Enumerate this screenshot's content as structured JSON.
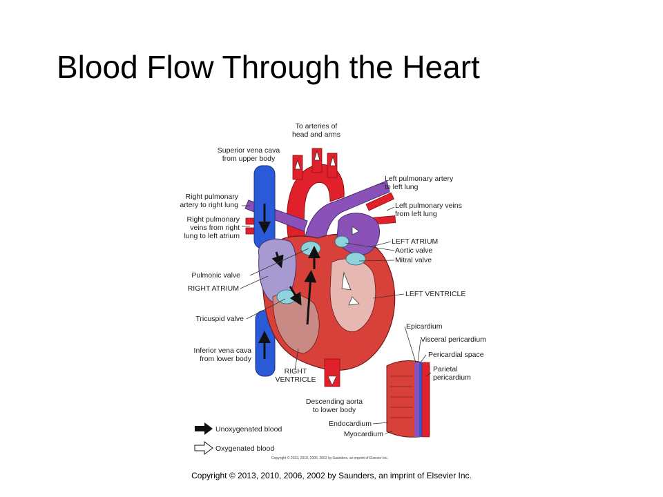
{
  "slide": {
    "title": "Blood Flow Through the Heart",
    "copyright": "Copyright © 2013, 2010, 2006, 2002 by Saunders, an imprint of Elsevier Inc."
  },
  "figure": {
    "copyright": "Copyright © 2013, 2010, 2006, 2002 by Saunders, an imprint of Elsevier Inc.",
    "colors": {
      "oxygenated": "#e0202a",
      "deoxygenated": "#2a5ad8",
      "pulmonary": "#8a52b8",
      "valve": "#8fd3dc",
      "myocardium": "#d8403a"
    },
    "labels": {
      "arteries_head_1": "To arteries of",
      "arteries_head_2": "head and arms",
      "svc_1": "Superior vena cava",
      "svc_2": "from upper body",
      "rpa_1": "Right pulmonary",
      "rpa_2": "artery to right lung",
      "rpv_1": "Right pulmonary",
      "rpv_2": "veins from right",
      "rpv_3": "lung to left atrium",
      "pulmonic_valve": "Pulmonic valve",
      "right_atrium": "RIGHT ATRIUM",
      "tricuspid_valve": "Tricuspid valve",
      "ivc_1": "Inferior vena cava",
      "ivc_2": "from lower body",
      "right_ventricle_1": "RIGHT",
      "right_ventricle_2": "VENTRICLE",
      "lpa_1": "Left pulmonary artery",
      "lpa_2": "to left lung",
      "lpv_1": "Left pulmonary veins",
      "lpv_2": "from left lung",
      "left_atrium": "LEFT ATRIUM",
      "aortic_valve": "Aortic valve",
      "mitral_valve": "Mitral valve",
      "left_ventricle": "LEFT VENTRICLE",
      "epicardium": "Epicardium",
      "visceral_pericardium": "Visceral pericardium",
      "pericardial_space": "Pericardial space",
      "parietal_1": "Parietal",
      "parietal_2": "pericardium",
      "descending_aorta_1": "Descending aorta",
      "descending_aorta_2": "to lower body",
      "endocardium": "Endocardium",
      "myocardium": "Myocardium"
    },
    "legend": {
      "unoxygenated": "Unoxygenated blood",
      "oxygenated": "Oxygenated blood"
    }
  }
}
